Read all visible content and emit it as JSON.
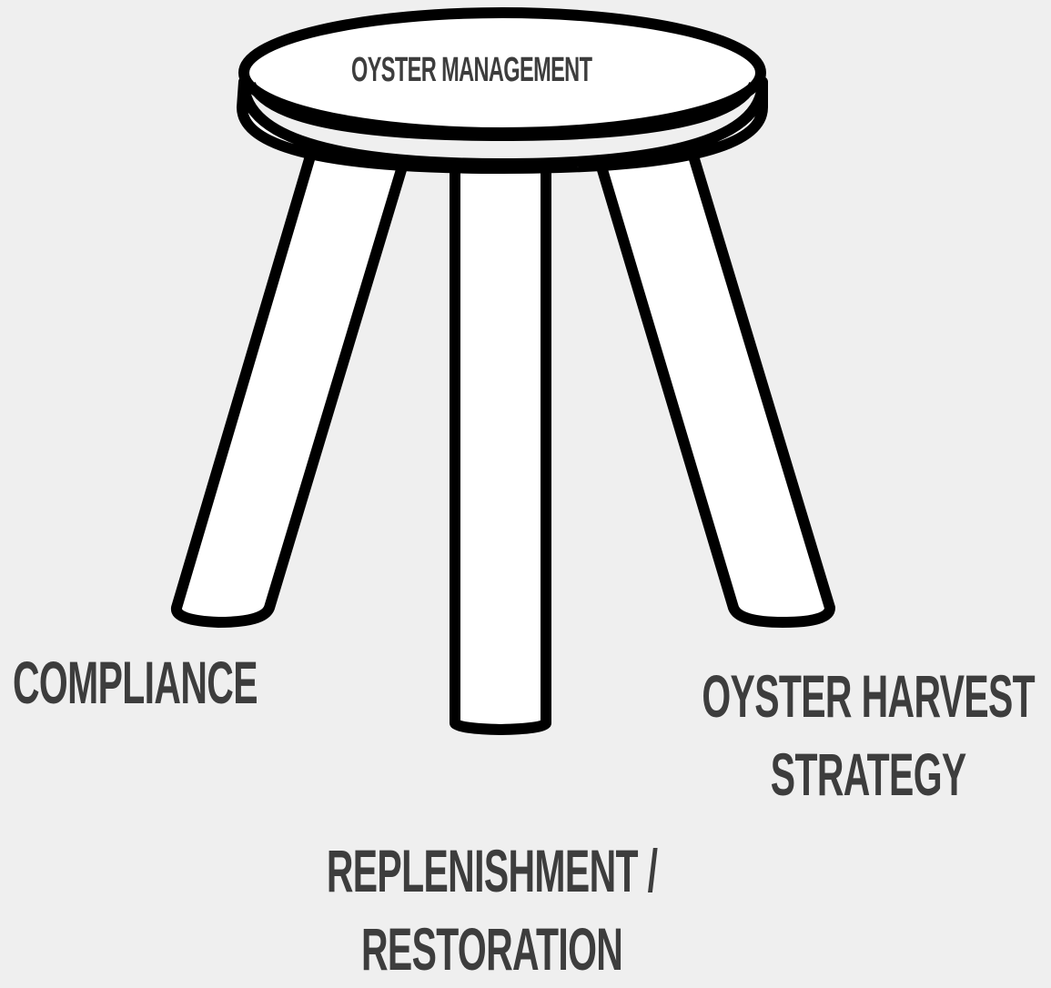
{
  "diagram": {
    "seat_label": "OYSTER MANAGEMENT",
    "legs": [
      {
        "label": "COMPLIANCE"
      },
      {
        "label": "REPLENISHMENT / RESTORATION"
      },
      {
        "label": "OYSTER HARVEST STRATEGY"
      }
    ]
  },
  "colors": {
    "background": "#efefef",
    "stroke": "#000000",
    "fill": "#ffffff",
    "text": "#3d3d3d"
  }
}
